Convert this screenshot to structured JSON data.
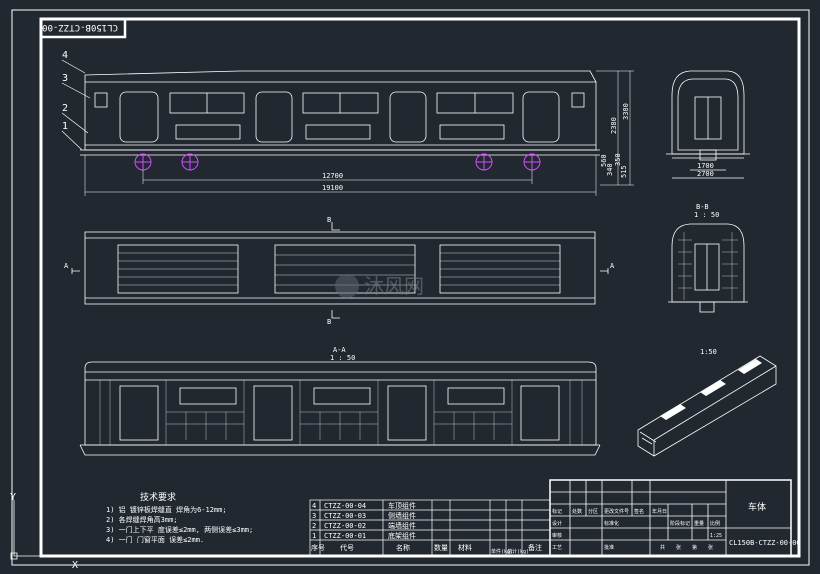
{
  "drawing": {
    "stamp_code": "CL150B-CTZZ-00",
    "balloons": [
      "1",
      "2",
      "3",
      "4"
    ],
    "dimensions": {
      "overall_length": "19100",
      "bogie_spacing": "12700",
      "height_main": "3380",
      "height_sub": "2380",
      "bottom_dims": [
        "560",
        "340",
        "350",
        "515"
      ],
      "front_width": "2700",
      "front_width_inner": "1700"
    },
    "views": {
      "section_bb": "B-B",
      "section_bb_scale": "1 : 50",
      "section_aa": "A-A",
      "section_aa_scale": "1 : 50",
      "iso_scale": "1:50",
      "cut_label_a": "A",
      "cut_label_b": "B"
    },
    "watermark": "沐风网",
    "tech_req": {
      "title": "技术要求",
      "items": [
        "1) 铝 镀锌板焊缝直 焊角为6-12mm;",
        "2) 各焊缝焊角高3mm;",
        "3) 一门上下平 度误差≤2mm, 两侧误差≤3mm;",
        "4) 一门 门窗平面 误差≤2mm."
      ]
    },
    "parts_list": {
      "rows": [
        {
          "no": "4",
          "code": "CTZZ-00-04",
          "name": "车顶组件"
        },
        {
          "no": "3",
          "code": "CTZZ-00-03",
          "name": "侧墙组件"
        },
        {
          "no": "2",
          "code": "CTZZ-00-02",
          "name": "端墙组件"
        },
        {
          "no": "1",
          "code": "CTZZ-00-01",
          "name": "底架组件"
        }
      ],
      "headers": [
        "序号",
        "代号",
        "名称",
        "数量",
        "材料",
        "单件(kg)",
        "总计(kg)",
        "备注"
      ]
    },
    "title_block": {
      "title": "车体",
      "drawing_no": "CL150B-CTZZ-00-00",
      "labels": [
        "标记",
        "处数",
        "分区",
        "更改文件号",
        "签名",
        "年月日",
        "设计",
        "标准化",
        "阶段标记",
        "重量",
        "比例",
        "审核",
        "工艺",
        "批准",
        "共",
        "张",
        "第",
        "张"
      ],
      "scale": "1:25"
    },
    "ucs": {
      "y": "Y",
      "x": "X"
    }
  }
}
